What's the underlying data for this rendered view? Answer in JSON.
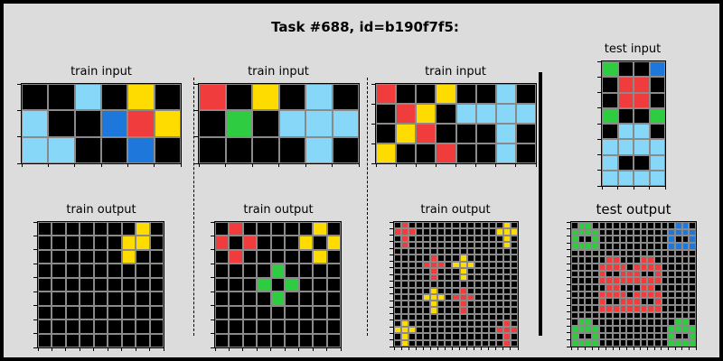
{
  "title": "Task #688, id=b190f7f5:",
  "colors": {
    "0": "#000000",
    "1": "#1e78dc",
    "2": "#f03c3c",
    "3": "#2ecc40",
    "4": "#ffdc00",
    "8": "#87d8f8",
    "background": "#dcdcdc",
    "gridline": "#8a8a8a"
  },
  "pairs": [
    {
      "input_label": "train input",
      "output_label": "train output",
      "input": [
        [
          0,
          0,
          8,
          0,
          4,
          0
        ],
        [
          8,
          0,
          0,
          1,
          2,
          4
        ],
        [
          8,
          8,
          0,
          0,
          1,
          0
        ]
      ],
      "output": [
        [
          0,
          0,
          0,
          0,
          0,
          0,
          0,
          4,
          0
        ],
        [
          0,
          0,
          0,
          0,
          0,
          0,
          4,
          4,
          0
        ],
        [
          0,
          0,
          0,
          0,
          0,
          0,
          4,
          0,
          0
        ],
        [
          0,
          0,
          0,
          0,
          0,
          0,
          0,
          0,
          0
        ],
        [
          0,
          0,
          0,
          0,
          0,
          0,
          0,
          0,
          0
        ],
        [
          0,
          0,
          0,
          0,
          0,
          0,
          0,
          0,
          0
        ],
        [
          0,
          0,
          0,
          0,
          0,
          0,
          0,
          0,
          0
        ],
        [
          0,
          0,
          0,
          0,
          0,
          0,
          0,
          0,
          0
        ],
        [
          0,
          0,
          0,
          0,
          0,
          0,
          0,
          0,
          0
        ]
      ]
    },
    {
      "input_label": "train input",
      "output_label": "train output",
      "input": [
        [
          2,
          0,
          4,
          0,
          8,
          0
        ],
        [
          0,
          3,
          0,
          8,
          8,
          8
        ],
        [
          0,
          0,
          0,
          0,
          8,
          0
        ]
      ],
      "output": [
        [
          0,
          2,
          0,
          0,
          0,
          0,
          0,
          4,
          0
        ],
        [
          2,
          0,
          2,
          0,
          0,
          0,
          4,
          0,
          4
        ],
        [
          0,
          2,
          0,
          0,
          0,
          0,
          0,
          4,
          0
        ],
        [
          0,
          0,
          0,
          0,
          3,
          0,
          0,
          0,
          0
        ],
        [
          0,
          0,
          0,
          3,
          0,
          3,
          0,
          0,
          0
        ],
        [
          0,
          0,
          0,
          0,
          3,
          0,
          0,
          0,
          0
        ],
        [
          0,
          0,
          0,
          0,
          0,
          0,
          0,
          0,
          0
        ],
        [
          0,
          0,
          0,
          0,
          0,
          0,
          0,
          0,
          0
        ],
        [
          0,
          0,
          0,
          0,
          0,
          0,
          0,
          0,
          0
        ]
      ]
    },
    {
      "input_label": "train input",
      "output_label": "train output",
      "input": [
        [
          2,
          0,
          0,
          4,
          0,
          0,
          8,
          0
        ],
        [
          0,
          2,
          4,
          0,
          8,
          8,
          8,
          8
        ],
        [
          0,
          4,
          2,
          0,
          0,
          0,
          8,
          0
        ],
        [
          4,
          0,
          0,
          2,
          0,
          0,
          8,
          0
        ]
      ],
      "output": [
        [
          0,
          2,
          0,
          0,
          0,
          0,
          0,
          0,
          0,
          0,
          0,
          0,
          0,
          0,
          0,
          4,
          0
        ],
        [
          2,
          2,
          2,
          0,
          0,
          0,
          0,
          0,
          0,
          0,
          0,
          0,
          0,
          0,
          4,
          4,
          4
        ],
        [
          0,
          2,
          0,
          0,
          0,
          0,
          0,
          0,
          0,
          0,
          0,
          0,
          0,
          0,
          0,
          4,
          0
        ],
        [
          0,
          2,
          0,
          0,
          0,
          0,
          0,
          0,
          0,
          0,
          0,
          0,
          0,
          0,
          0,
          4,
          0
        ],
        [
          0,
          0,
          0,
          0,
          0,
          0,
          0,
          0,
          0,
          0,
          0,
          0,
          0,
          0,
          0,
          0,
          0
        ],
        [
          0,
          0,
          0,
          0,
          0,
          2,
          0,
          0,
          0,
          4,
          0,
          0,
          0,
          0,
          0,
          0,
          0
        ],
        [
          0,
          0,
          0,
          0,
          2,
          2,
          2,
          0,
          4,
          4,
          4,
          0,
          0,
          0,
          0,
          0,
          0
        ],
        [
          0,
          0,
          0,
          0,
          0,
          2,
          0,
          0,
          0,
          4,
          0,
          0,
          0,
          0,
          0,
          0,
          0
        ],
        [
          0,
          0,
          0,
          0,
          0,
          2,
          0,
          0,
          0,
          4,
          0,
          0,
          0,
          0,
          0,
          0,
          0
        ],
        [
          0,
          0,
          0,
          0,
          0,
          0,
          0,
          0,
          0,
          0,
          0,
          0,
          0,
          0,
          0,
          0,
          0
        ],
        [
          0,
          0,
          0,
          0,
          0,
          4,
          0,
          0,
          0,
          2,
          0,
          0,
          0,
          0,
          0,
          0,
          0
        ],
        [
          0,
          0,
          0,
          0,
          4,
          4,
          4,
          0,
          2,
          2,
          2,
          0,
          0,
          0,
          0,
          0,
          0
        ],
        [
          0,
          0,
          0,
          0,
          0,
          4,
          0,
          0,
          0,
          2,
          0,
          0,
          0,
          0,
          0,
          0,
          0
        ],
        [
          0,
          0,
          0,
          0,
          0,
          4,
          0,
          0,
          0,
          2,
          0,
          0,
          0,
          0,
          0,
          0,
          0
        ],
        [
          0,
          0,
          0,
          0,
          0,
          0,
          0,
          0,
          0,
          0,
          0,
          0,
          0,
          0,
          0,
          0,
          0
        ],
        [
          0,
          4,
          0,
          0,
          0,
          0,
          0,
          0,
          0,
          0,
          0,
          0,
          0,
          0,
          0,
          2,
          0
        ],
        [
          4,
          4,
          4,
          0,
          0,
          0,
          0,
          0,
          0,
          0,
          0,
          0,
          0,
          0,
          2,
          2,
          2
        ],
        [
          0,
          4,
          0,
          0,
          0,
          0,
          0,
          0,
          0,
          0,
          0,
          0,
          0,
          0,
          0,
          2,
          0
        ],
        [
          0,
          4,
          0,
          0,
          0,
          0,
          0,
          0,
          0,
          0,
          0,
          0,
          0,
          0,
          0,
          2,
          0
        ]
      ]
    }
  ],
  "test": {
    "input_label": "test input",
    "output_label": "test output",
    "input": [
      [
        3,
        0,
        0,
        1
      ],
      [
        0,
        2,
        2,
        0
      ],
      [
        0,
        2,
        2,
        0
      ],
      [
        3,
        0,
        0,
        3
      ],
      [
        0,
        8,
        8,
        0
      ],
      [
        8,
        8,
        8,
        8
      ],
      [
        8,
        0,
        0,
        8
      ],
      [
        8,
        8,
        8,
        8
      ]
    ],
    "output": [
      [
        0,
        3,
        3,
        0,
        0,
        0,
        0,
        0,
        0,
        0,
        0,
        0,
        0,
        0,
        0,
        1,
        1,
        0
      ],
      [
        3,
        3,
        3,
        3,
        0,
        0,
        0,
        0,
        0,
        0,
        0,
        0,
        0,
        0,
        1,
        1,
        1,
        1
      ],
      [
        3,
        0,
        0,
        3,
        0,
        0,
        0,
        0,
        0,
        0,
        0,
        0,
        0,
        0,
        1,
        0,
        0,
        1
      ],
      [
        3,
        3,
        3,
        3,
        0,
        0,
        0,
        0,
        0,
        0,
        0,
        0,
        0,
        0,
        1,
        1,
        1,
        1
      ],
      [
        0,
        0,
        0,
        0,
        0,
        0,
        0,
        0,
        0,
        0,
        0,
        0,
        0,
        0,
        0,
        0,
        0,
        0
      ],
      [
        0,
        0,
        0,
        0,
        0,
        2,
        2,
        0,
        0,
        0,
        2,
        2,
        0,
        0,
        0,
        0,
        0,
        0
      ],
      [
        0,
        0,
        0,
        0,
        2,
        2,
        2,
        2,
        0,
        2,
        2,
        2,
        2,
        0,
        0,
        0,
        0,
        0
      ],
      [
        0,
        0,
        0,
        0,
        2,
        0,
        0,
        2,
        2,
        2,
        0,
        0,
        2,
        0,
        0,
        0,
        0,
        0
      ],
      [
        0,
        0,
        0,
        0,
        2,
        2,
        2,
        2,
        2,
        2,
        2,
        2,
        2,
        0,
        0,
        0,
        0,
        0
      ],
      [
        0,
        0,
        0,
        0,
        0,
        2,
        2,
        0,
        0,
        0,
        2,
        2,
        0,
        0,
        0,
        0,
        0,
        0
      ],
      [
        0,
        0,
        0,
        0,
        2,
        2,
        2,
        2,
        0,
        2,
        2,
        2,
        2,
        0,
        0,
        0,
        0,
        0
      ],
      [
        0,
        0,
        0,
        0,
        2,
        0,
        0,
        2,
        2,
        2,
        0,
        0,
        2,
        0,
        0,
        0,
        0,
        0
      ],
      [
        0,
        0,
        0,
        0,
        2,
        2,
        2,
        2,
        2,
        2,
        2,
        2,
        2,
        0,
        0,
        0,
        0,
        0
      ],
      [
        0,
        0,
        0,
        0,
        0,
        0,
        0,
        0,
        0,
        0,
        0,
        0,
        0,
        0,
        0,
        0,
        0,
        0
      ],
      [
        0,
        3,
        3,
        0,
        0,
        0,
        0,
        0,
        0,
        0,
        0,
        0,
        0,
        0,
        0,
        3,
        3,
        0
      ],
      [
        3,
        3,
        3,
        3,
        0,
        0,
        0,
        0,
        0,
        0,
        0,
        0,
        0,
        0,
        3,
        3,
        3,
        3
      ],
      [
        3,
        0,
        0,
        3,
        0,
        0,
        0,
        0,
        0,
        0,
        0,
        0,
        0,
        0,
        3,
        0,
        0,
        3
      ],
      [
        3,
        3,
        3,
        3,
        0,
        0,
        0,
        0,
        0,
        0,
        0,
        0,
        0,
        0,
        3,
        3,
        3,
        3
      ]
    ]
  }
}
